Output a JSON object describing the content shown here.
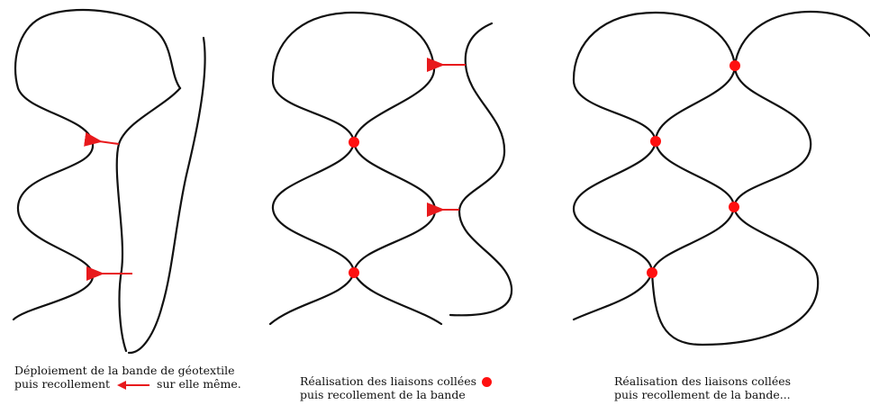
{
  "panels": [
    {
      "caption_line1": "Déploiement de la bande de géotextile",
      "caption_line2_a": "puis recollement",
      "caption_line2_b": "sur elle même."
    },
    {
      "caption_line1": "Réalisation des liaisons collées",
      "caption_line2": "puis recollement de la bande"
    },
    {
      "caption_line1": "Réalisation des liaisons collées",
      "caption_line2": "puis recollement de la bande..."
    }
  ],
  "colors": {
    "line": "#111111",
    "marker": "#ff1010",
    "arrow": "#e8191c"
  },
  "icons": {
    "arrow": "left-arrow-icon",
    "bond": "red-dot-icon"
  }
}
